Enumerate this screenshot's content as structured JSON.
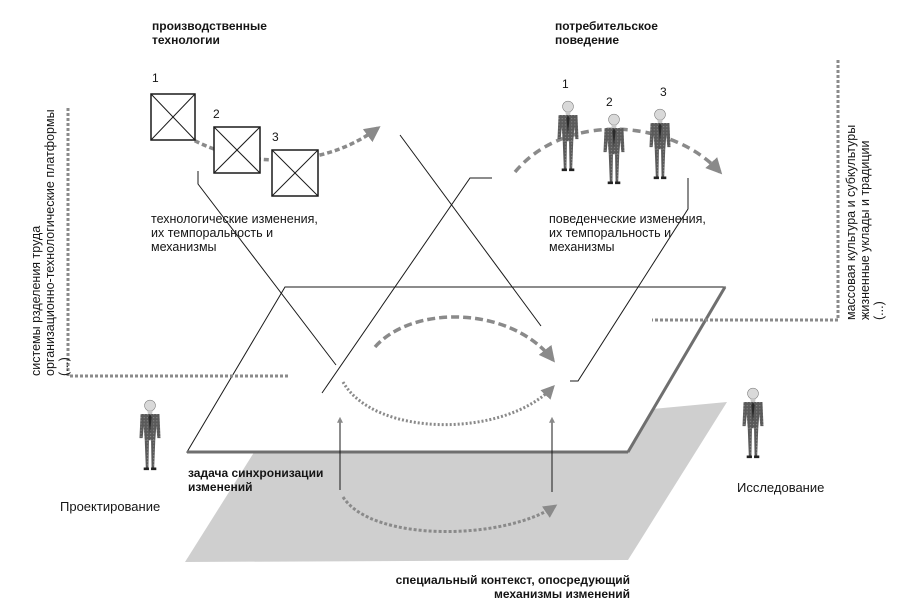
{
  "labels": {
    "production_title": [
      "производственные",
      "технологии"
    ],
    "consumer_title": [
      "потребительское",
      "поведение"
    ],
    "tech_changes": [
      "технологические изменения,",
      "их темпоральность и",
      "механизмы"
    ],
    "behavior_changes": [
      "поведенческие изменения,",
      "их темпоральность и",
      "механизмы"
    ],
    "sync_task": [
      "задача синхронизации",
      "изменений"
    ],
    "special_context": [
      "специальный контекст, опосредующий",
      "механизмы изменений"
    ],
    "design": "Проектирование",
    "research": "Исследование",
    "left_vertical": [
      "системы рзделения труда",
      "организационно-технологические платформы",
      "(...)"
    ],
    "right_vertical": [
      "массовая культура и субкультуры",
      "жизненные уклады и традиции",
      "(...)"
    ]
  },
  "numbers": {
    "box_1": "1",
    "box_2": "2",
    "box_3": "3",
    "person_1": "1",
    "person_2": "2",
    "person_3": "3"
  },
  "colors": {
    "line": "#1a1a1a",
    "arrow": "#8a8a8a",
    "shadow_plane": "#cfcfcf",
    "plane_edge": "#6f6f6f",
    "figure": "#555555",
    "head": "#d9d9d9"
  },
  "icons": {
    "box": "crossed-box-icon",
    "person": "standing-businessman-icon"
  }
}
